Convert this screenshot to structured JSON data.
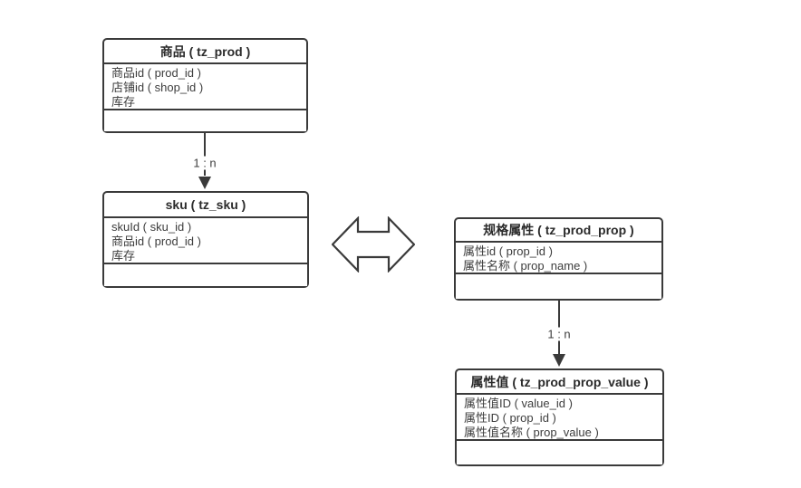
{
  "diagram": {
    "background_color": "#ffffff",
    "stroke_color": "#3a3a3a",
    "text_color": "#3d3d3d",
    "entities": [
      {
        "key": "prod",
        "title": "商品 ( tz_prod )",
        "fields": [
          "商品id ( prod_id )",
          "店铺id ( shop_id )",
          "库存"
        ]
      },
      {
        "key": "sku",
        "title": "sku ( tz_sku )",
        "fields": [
          "skuId ( sku_id )",
          "商品id ( prod_id )",
          "库存"
        ]
      },
      {
        "key": "prod_prop",
        "title": "规格属性 ( tz_prod_prop )",
        "fields": [
          "属性id ( prop_id )",
          "属性名称 ( prop_name )"
        ]
      },
      {
        "key": "prod_prop_value",
        "title": "属性值 ( tz_prod_prop_value )",
        "fields": [
          "属性值ID ( value_id )",
          "属性ID ( prop_id )",
          "属性值名称 ( prop_value )"
        ]
      }
    ],
    "connectors": [
      {
        "from": "prod",
        "to": "sku",
        "label": "1 : n"
      },
      {
        "from": "prod_prop",
        "to": "prod_prop_value",
        "label": "1 : n"
      }
    ],
    "relation_icon": "double-headed-horizontal-arrow"
  }
}
